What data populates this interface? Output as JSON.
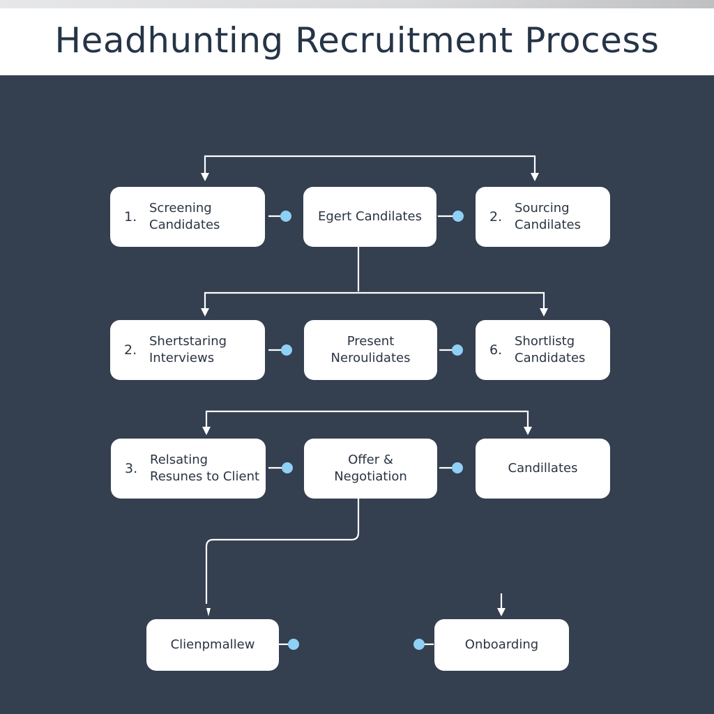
{
  "title": "Headhunting Recruitment Process",
  "colors": {
    "background": "#343f50",
    "node_fill": "#ffffff",
    "connector": "#ffffff",
    "dot": "#8fd0f5",
    "title_text": "#263447"
  },
  "nodes": {
    "screening": {
      "number": "1.",
      "label": "Screening\nCandidates"
    },
    "egert": {
      "number": "",
      "label": "Egert Candilates"
    },
    "sourcing": {
      "number": "2.",
      "label": "Sourcing\nCandilates"
    },
    "shertstaring": {
      "number": "2.",
      "label": "Shertstaring\nInterviews"
    },
    "present": {
      "number": "",
      "label": "Present\nNeroulidates"
    },
    "shortlistg": {
      "number": "6.",
      "label": "Shortlistg\nCandidates"
    },
    "relsating": {
      "number": "3.",
      "label": "Relsating\nResunes to Client"
    },
    "offer": {
      "number": "",
      "label": "Offer &\nNegotiation"
    },
    "candillates": {
      "number": "",
      "label": "Candillates"
    },
    "clienpmallew": {
      "number": "",
      "label": "Clienpmallew"
    },
    "onboarding": {
      "number": "",
      "label": "Onboarding"
    }
  }
}
